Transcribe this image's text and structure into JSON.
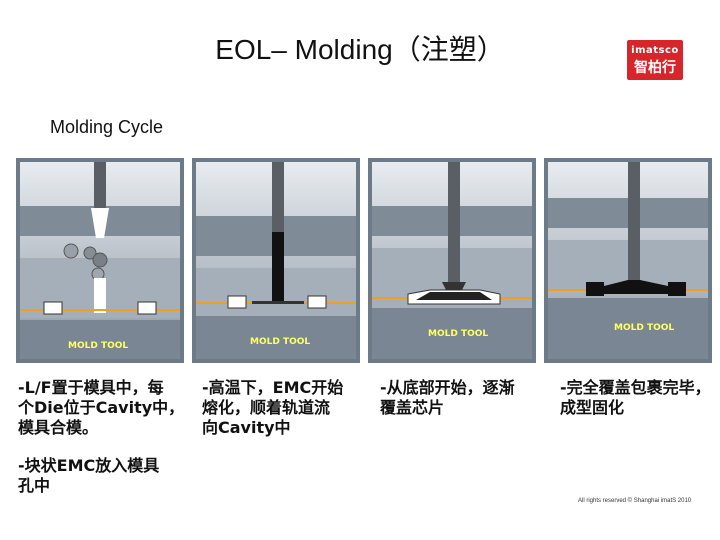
{
  "slide": {
    "title": "EOL– Molding（注塑）",
    "subtitle": "Molding Cycle",
    "logo": {
      "line1": "imatsco",
      "line2": "智柏行"
    },
    "panels": [
      {
        "label": "MOLD TOOL"
      },
      {
        "label": "MOLD TOOL"
      },
      {
        "label": "MOLD TOOL"
      },
      {
        "label": "MOLD TOOL"
      }
    ],
    "captions": {
      "c1_line1": "-L/F置于模具中，每",
      "c1_line2": "个Die位于Cavity中，",
      "c1_line3": "模具合模。",
      "c1b_line1": "-块状EMC放入模具",
      "c1b_line2": "孔中",
      "c2_line1": "-高温下，EMC开始",
      "c2_line2": "熔化，顺着轨道流",
      "c2_line3": "向Cavity中",
      "c3_line1": "-从底部开始，逐渐",
      "c3_line2": "覆盖芯片",
      "c4_line1": "-完全覆盖包裹完毕，",
      "c4_line2": "成型固化"
    },
    "copyright": "All rights reserved © Shanghai imatS 2010",
    "colors": {
      "brand": "#d7262b",
      "mold_bg": "#9aa7b6",
      "frame_orange": "#f0a020",
      "label_yellow": "#ffff66"
    }
  }
}
